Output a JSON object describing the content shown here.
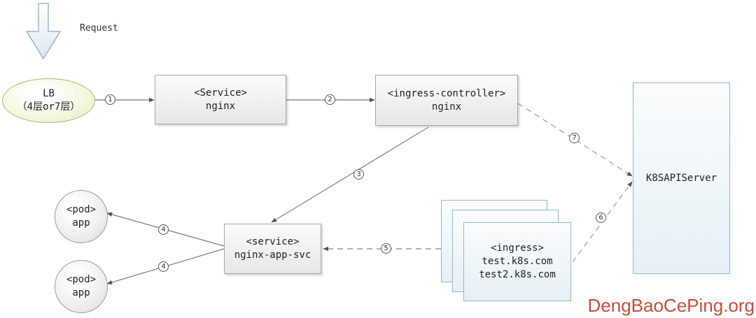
{
  "request_label": "Request",
  "lb": {
    "line1": "LB",
    "line2": "（4层or7层）"
  },
  "service_nginx": {
    "line1": "<Service>",
    "line2": "nginx"
  },
  "ingress_controller": {
    "line1": "<ingress-controller>",
    "line2": "nginx"
  },
  "apiserver": {
    "label": "K8SAPIServer"
  },
  "pod_1": {
    "line1": "<pod>",
    "line2": "app"
  },
  "pod_2": {
    "line1": "<pod>",
    "line2": "app"
  },
  "app_svc": {
    "line1": "<service>",
    "line2": "nginx-app-svc"
  },
  "ingress": {
    "line1": "<ingress>",
    "line2": "test.k8s.com",
    "line3": "test2.k8s.com"
  },
  "steps": {
    "s1": "1",
    "s2": "2",
    "s3": "3",
    "s4a": "4",
    "s4b": "4",
    "s5": "5",
    "s6": "6",
    "s7": "7"
  },
  "watermark": "DengBaoCePing.org",
  "colors": {
    "box_border": "#a7a7a7",
    "ingress_border": "#8fb8cc",
    "lb_border": "#a9b96c",
    "watermark": "#c0392b"
  }
}
